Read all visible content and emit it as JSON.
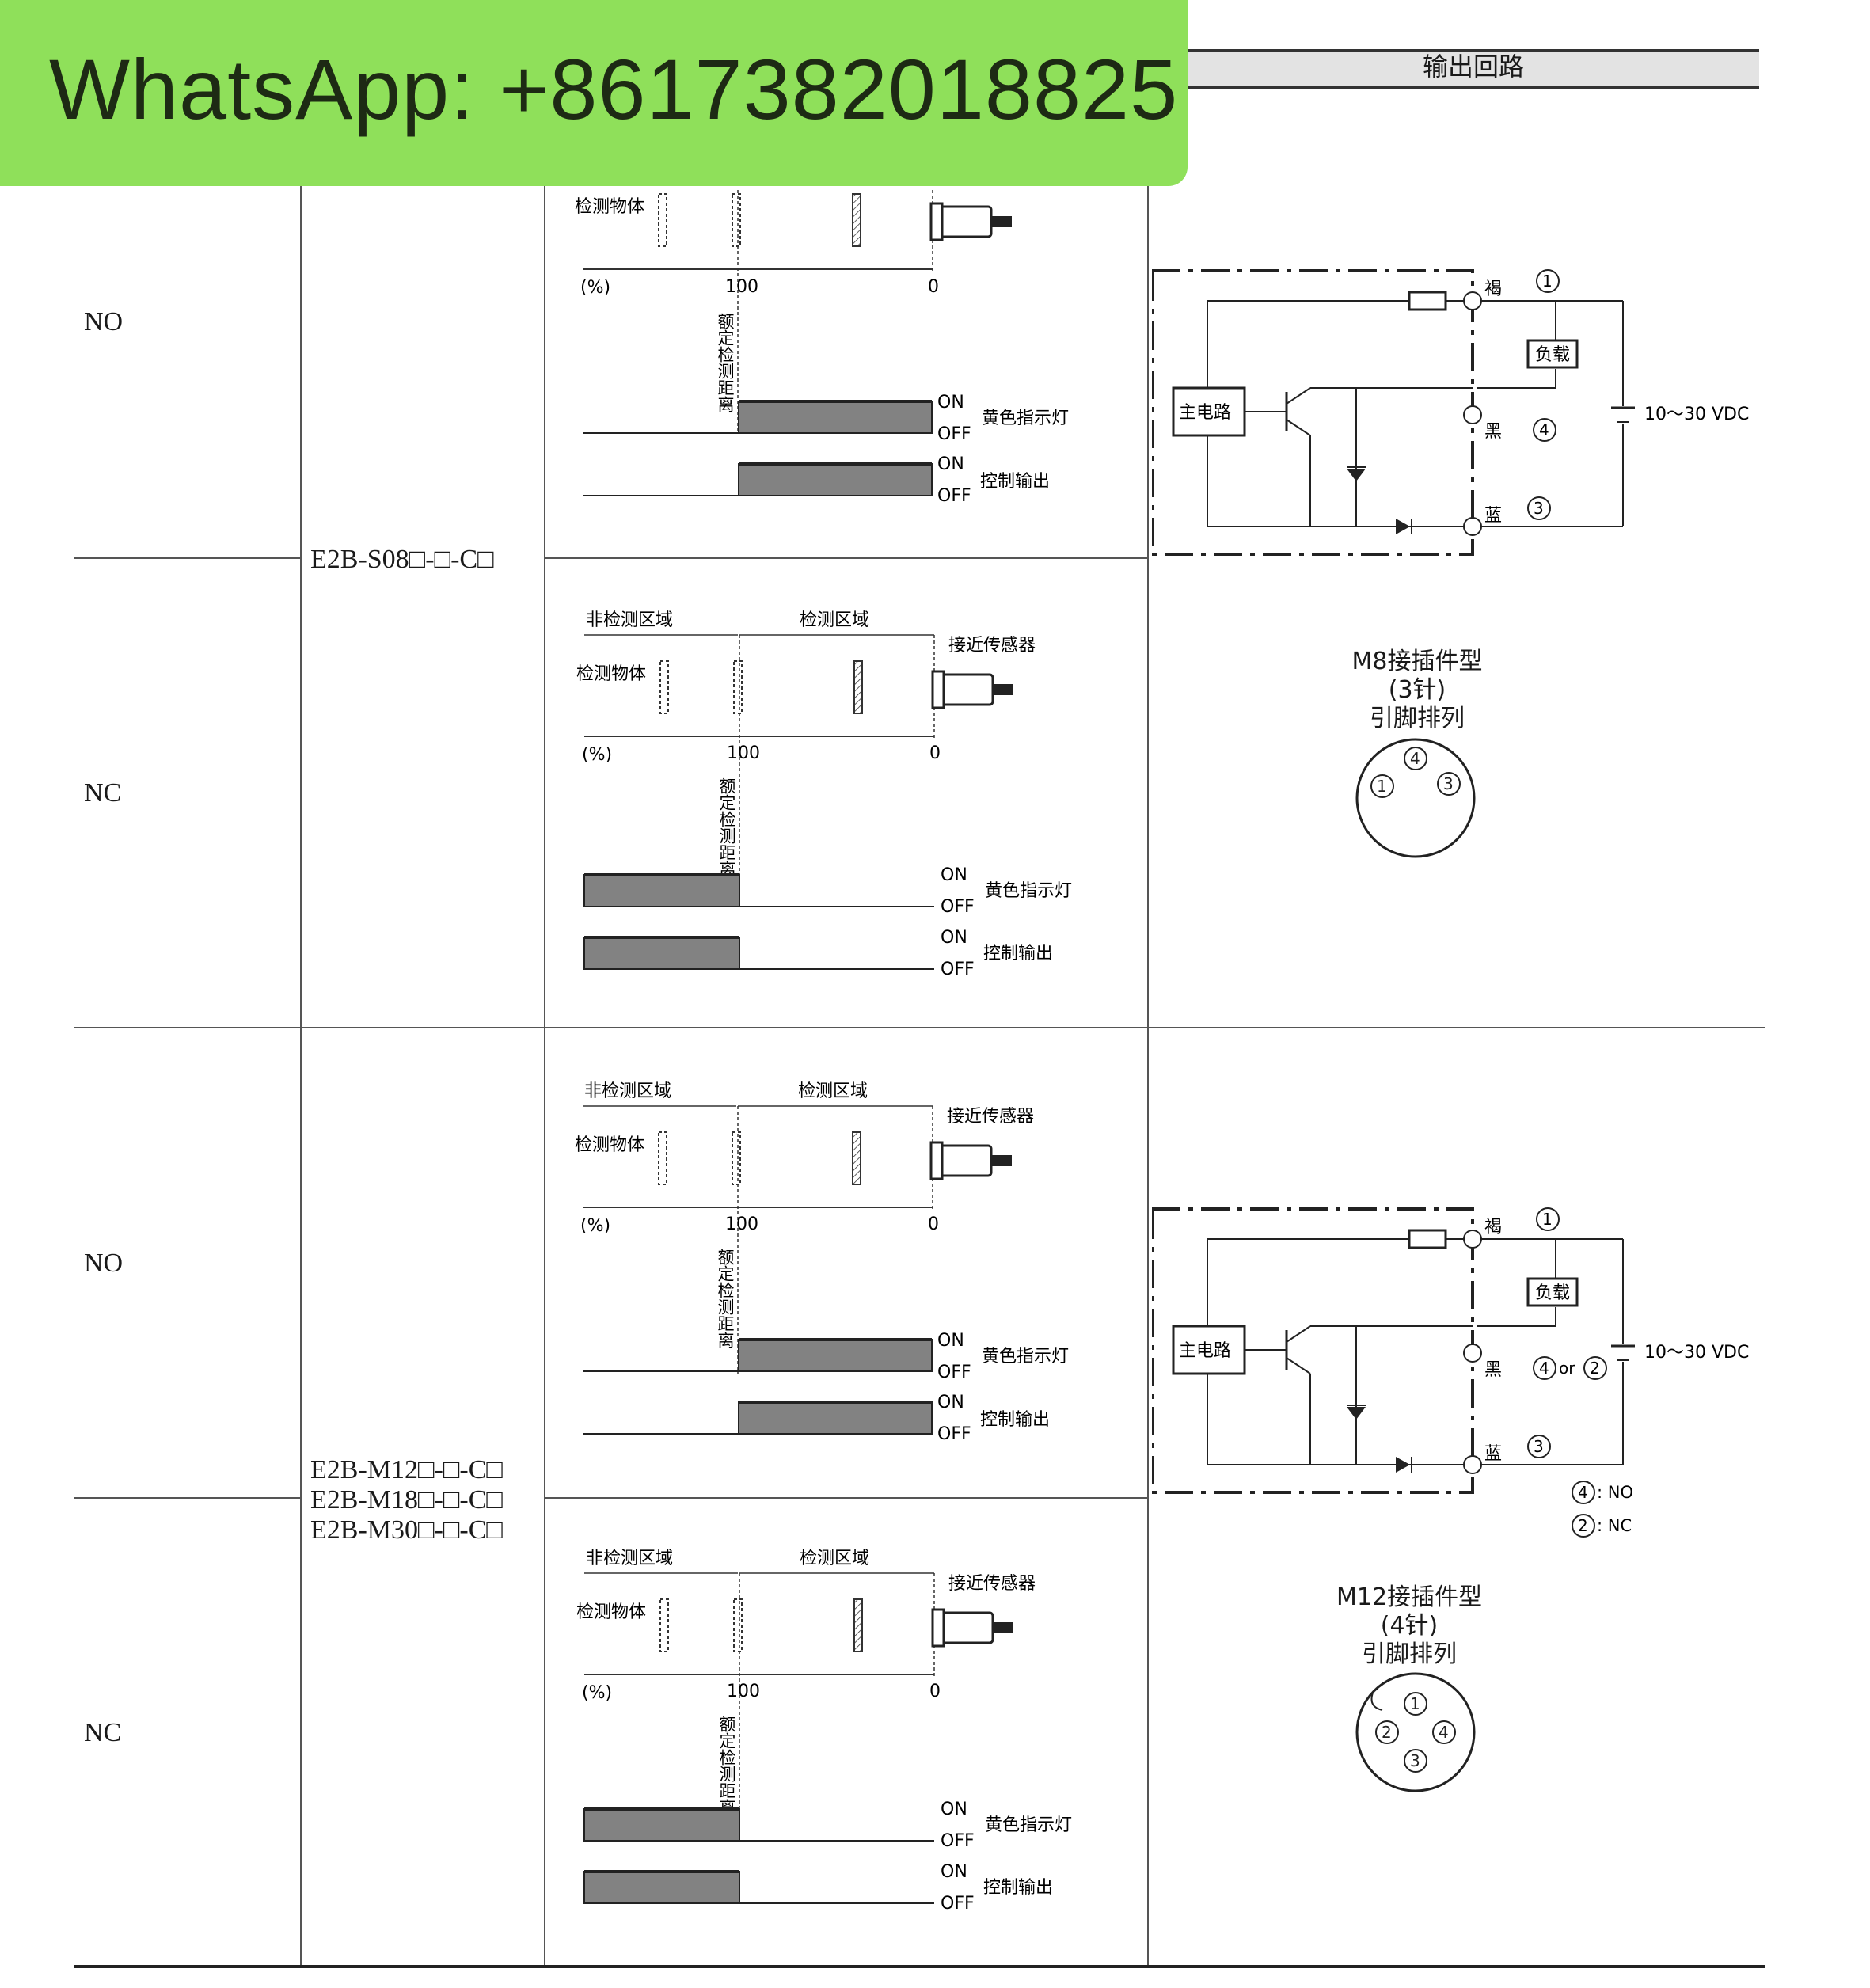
{
  "banner": {
    "text": "WhatsApp: +8617382018825"
  },
  "header": {
    "output_circuit": "输出回路"
  },
  "rows": [
    {
      "mode": "NO"
    },
    {
      "mode": "NC"
    },
    {
      "mode": "NO"
    },
    {
      "mode": "NC"
    }
  ],
  "models": {
    "group1": "E2B-S08□-□-C□",
    "group2": [
      "E2B-M12□-□-C□",
      "E2B-M18□-□-C□",
      "E2B-M30□-□-C□"
    ]
  },
  "timing": {
    "non_detect_zone": "非检测区域",
    "detect_zone": "检测区域",
    "sensor": "接近传感器",
    "object": "检测物体",
    "percent": "(%)",
    "hundred": "100",
    "zero": "0",
    "rated_distance": "额定检测距离",
    "on": "ON",
    "off": "OFF",
    "indicator": "黄色指示灯",
    "control_output": "控制输出"
  },
  "circuit": {
    "main_circuit": "主电路",
    "load": "负载",
    "brown": "褐",
    "black": "黑",
    "blue": "蓝",
    "supply": "10～30 VDC",
    "or": "or",
    "legend_no": ": NO",
    "legend_nc": ": NC"
  },
  "connectors": {
    "m8": {
      "title": "M8接插件型",
      "pins": "(3针)",
      "sub": "引脚排列"
    },
    "m12": {
      "title": "M12接插件型",
      "pins": "(4针)",
      "sub": "引脚排列"
    }
  }
}
